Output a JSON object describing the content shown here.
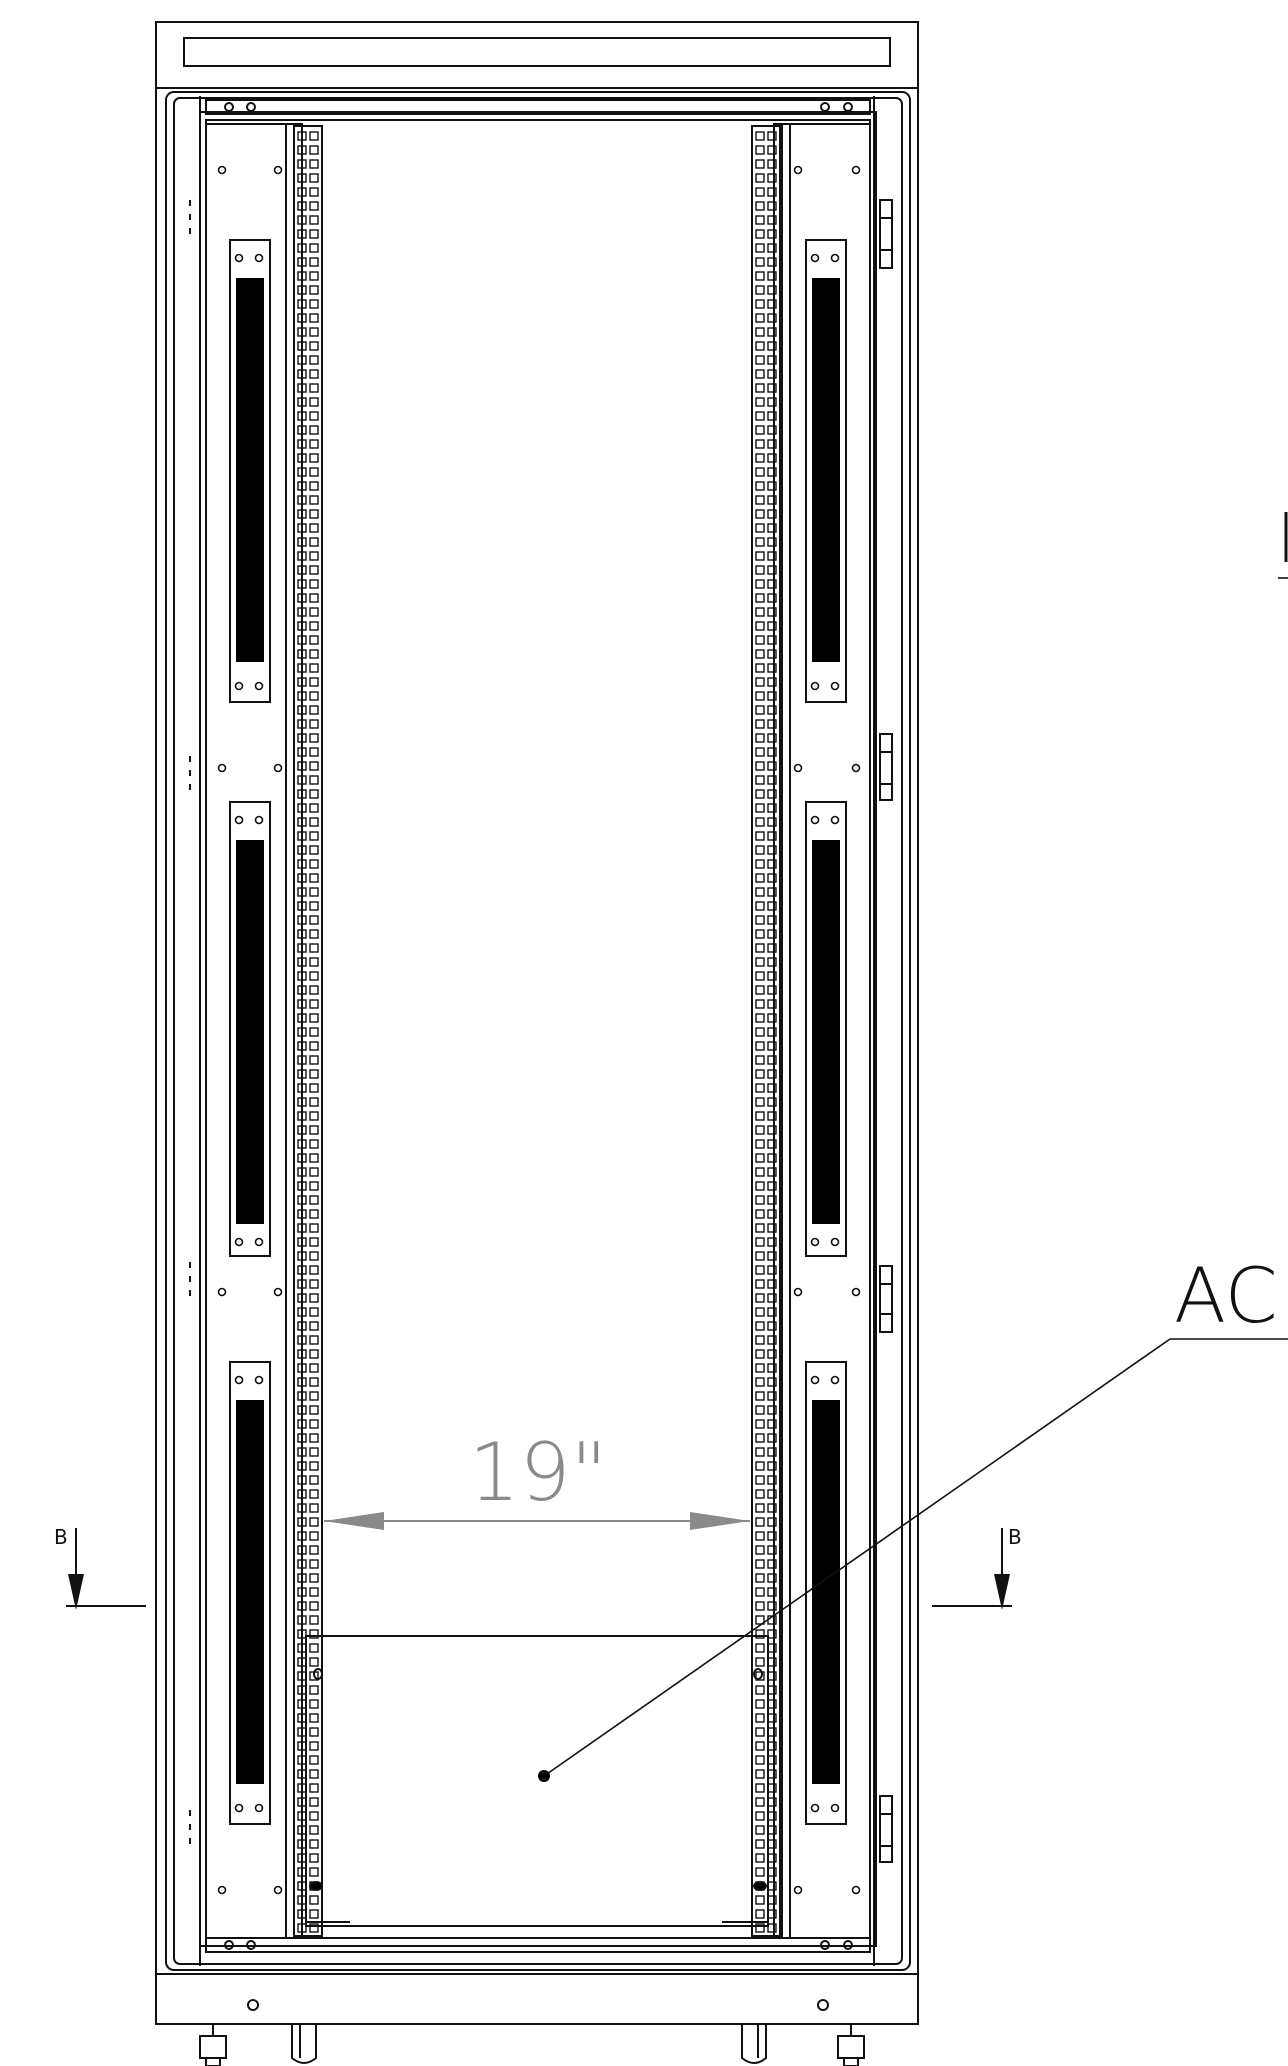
{
  "drawing": {
    "dimension_label": "19\"",
    "callout_label": "AC",
    "section_marker_left": "B",
    "section_marker_right": "B",
    "edge_fragment": "["
  },
  "colors": {
    "line": "#111111",
    "fill_dark": "#000000",
    "dimension_gray": "#8a8a8a",
    "background": "#ffffff"
  }
}
